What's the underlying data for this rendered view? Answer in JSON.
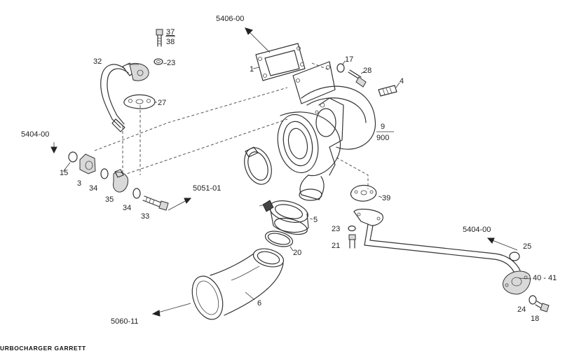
{
  "title": "URBOCHARGER GARRETT",
  "references": {
    "r5406": "5406-00",
    "r5404_left": "5404-00",
    "r5051": "5051-01",
    "r5404_right": "5404-00",
    "r5060": "5060-11"
  },
  "parts": {
    "p37": "37",
    "p38": "38",
    "p23a": "23",
    "p32": "32",
    "p27": "27",
    "p1": "1",
    "p17": "17",
    "p28": "28",
    "p4": "4",
    "p9": "9",
    "p900": "900",
    "p15": "15",
    "p3": "3",
    "p34a": "34",
    "p35": "35",
    "p34b": "34",
    "p33": "33",
    "p39": "39",
    "p5": "5",
    "p23b": "23",
    "p21": "21",
    "p20": "20",
    "p6": "6",
    "p25": "25",
    "p40_41": "40 - 41",
    "p24": "24",
    "p18": "18"
  }
}
